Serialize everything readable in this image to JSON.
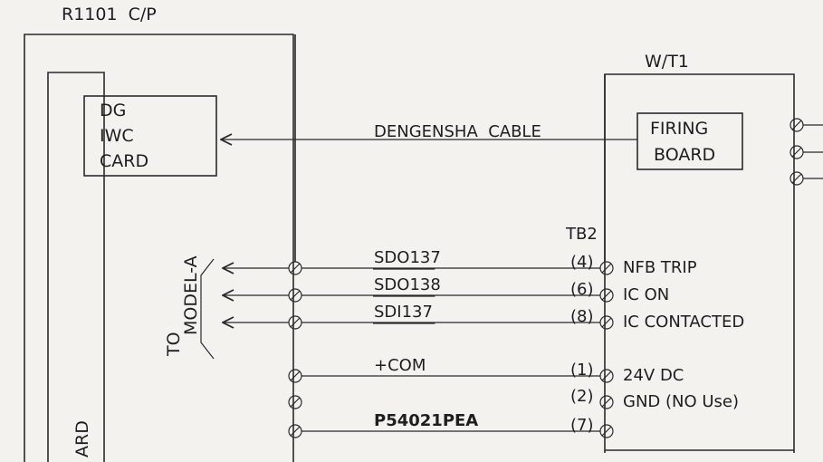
{
  "left_panel": {
    "title": "R1101  C/P",
    "card_lines": [
      "DG",
      "IWC",
      "CARD"
    ],
    "side_label": "ARD"
  },
  "right_panel": {
    "title": "W/T1",
    "firing_board_lines": [
      "FIRING",
      "BOARD"
    ],
    "terminal_block": "TB2"
  },
  "cable": {
    "label": "DENGENSHA  CABLE"
  },
  "model_ref": {
    "lines": [
      "TO",
      "MODEL-A"
    ]
  },
  "wires": [
    {
      "signal": "SDO137",
      "term": "(4)",
      "desc": "NFB  TRIP",
      "to_model": true
    },
    {
      "signal": "SDO138",
      "term": "(6)",
      "desc": "IC  ON",
      "to_model": true
    },
    {
      "signal": "SDI137",
      "term": "(8)",
      "desc": "IC  CONTACTED",
      "to_model": true
    },
    {
      "signal": "+COM",
      "term": "(1)",
      "desc": "24V  DC",
      "to_model": false
    },
    {
      "signal": "",
      "term": "(2)",
      "desc": "GND (NO Use)",
      "to_model": false
    },
    {
      "signal": "P54021PEA",
      "term": "(7)",
      "desc": "",
      "to_model": false
    }
  ]
}
